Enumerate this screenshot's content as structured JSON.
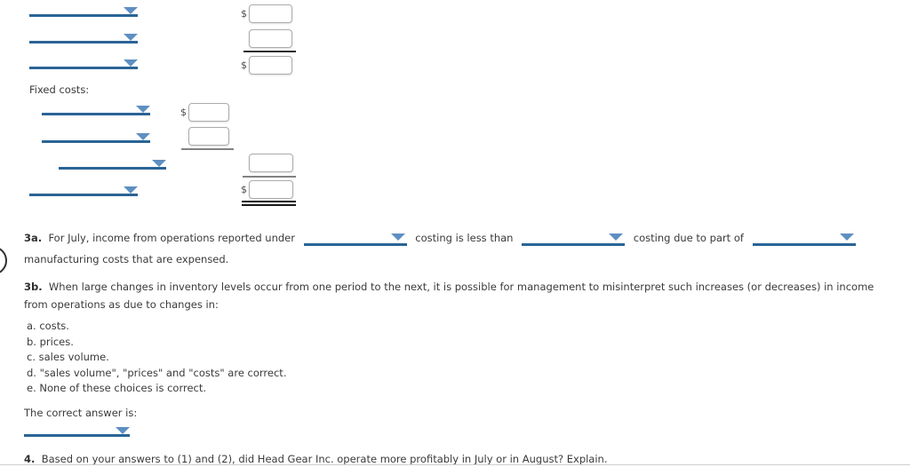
{
  "colors": {
    "dropdown_line": "#2a6496",
    "dropdown_arrow": "#5e8fc2",
    "sum_line_dark": "#1a1a1a",
    "sum_line_gray": "#828282"
  },
  "statement_form": {
    "currency_symbol": "$",
    "fixed_costs_label": "Fixed costs:"
  },
  "q3a": {
    "number": "3a.",
    "text_before_dd1": "For July, income from operations reported under",
    "text_between_dd1_dd2": "costing is less than",
    "text_between_dd2_dd3": "costing due to part of",
    "line2": "manufacturing costs that are expensed."
  },
  "q3b": {
    "number": "3b.",
    "line1": "When large changes in inventory levels occur from one period to the next, it is possible for management to misinterpret such increases (or decreases) in income",
    "line2": "from operations as due to changes in:",
    "options": [
      {
        "letter": "a.",
        "text": "costs."
      },
      {
        "letter": "b.",
        "text": "prices."
      },
      {
        "letter": "c.",
        "text": "sales volume."
      },
      {
        "letter": "d.",
        "text": "\"sales volume\", \"prices\" and \"costs\" are correct."
      },
      {
        "letter": "e.",
        "text": "None of these choices is correct."
      }
    ],
    "correct_answer_label": "The correct answer is:"
  },
  "q4": {
    "number": "4.",
    "text": "Based on your answers to (1) and (2), did Head Gear Inc. operate more profitably in July or in August? Explain."
  }
}
